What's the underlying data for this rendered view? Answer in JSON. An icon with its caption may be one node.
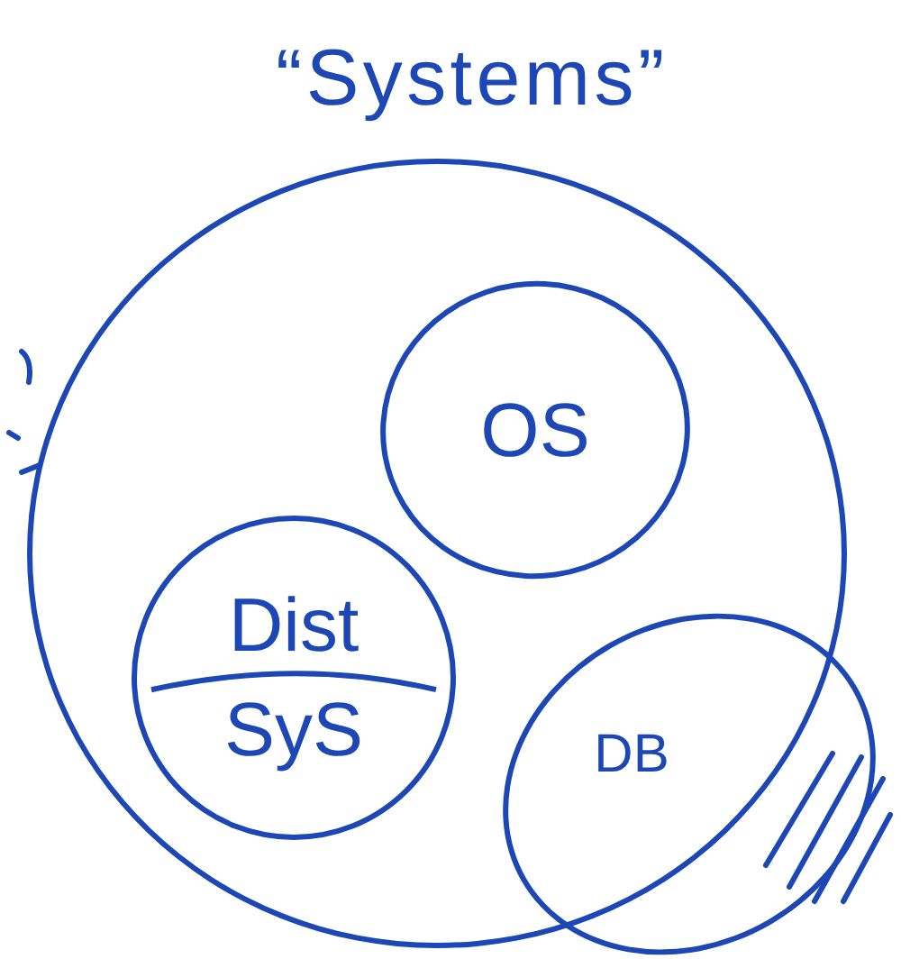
{
  "diagram": {
    "nodes": [
      {
        "text": [
          "“Systems”"
        ]
      },
      {
        "text": [
          "OS"
        ],
        "in": 0
      },
      {
        "text": [
          "Dist",
          "SyS"
        ],
        "in": 0
      },
      {
        "text": [
          "DB"
        ]
      }
    ]
  }
}
